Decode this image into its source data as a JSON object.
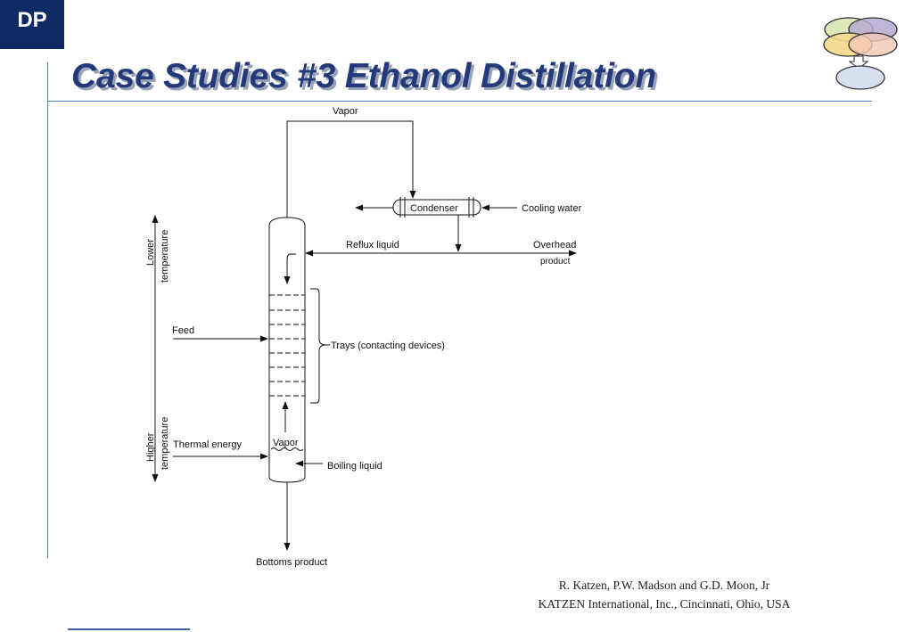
{
  "badge": "DP",
  "title": "Case Studies #3 Ethanol Distillation",
  "diagram": {
    "vapor_top": "Vapor",
    "condenser": "Condenser",
    "cooling_water": "Cooling water",
    "reflux_liquid": "Reflux liquid",
    "overhead": "Overhead",
    "product": "product",
    "lower": "Lower",
    "temperature_top": "temperature",
    "feed": "Feed",
    "trays": "Trays (contacting devices)",
    "higher": "Higher",
    "temperature_bottom": "temperature",
    "thermal_energy": "Thermal energy",
    "vapor_bottom": "Vapor",
    "boiling_liquid": "Boiling liquid",
    "bottoms_product": "Bottoms product"
  },
  "credits": {
    "authors": "R. Katzen, P.W. Madson and G.D. Moon, Jr",
    "org": "KATZEN International, Inc., Cincinnati, Ohio, USA"
  },
  "colors": {
    "badge_bg": "#0d2a63",
    "title": "#23397a",
    "rule": "#4e7fb8"
  }
}
